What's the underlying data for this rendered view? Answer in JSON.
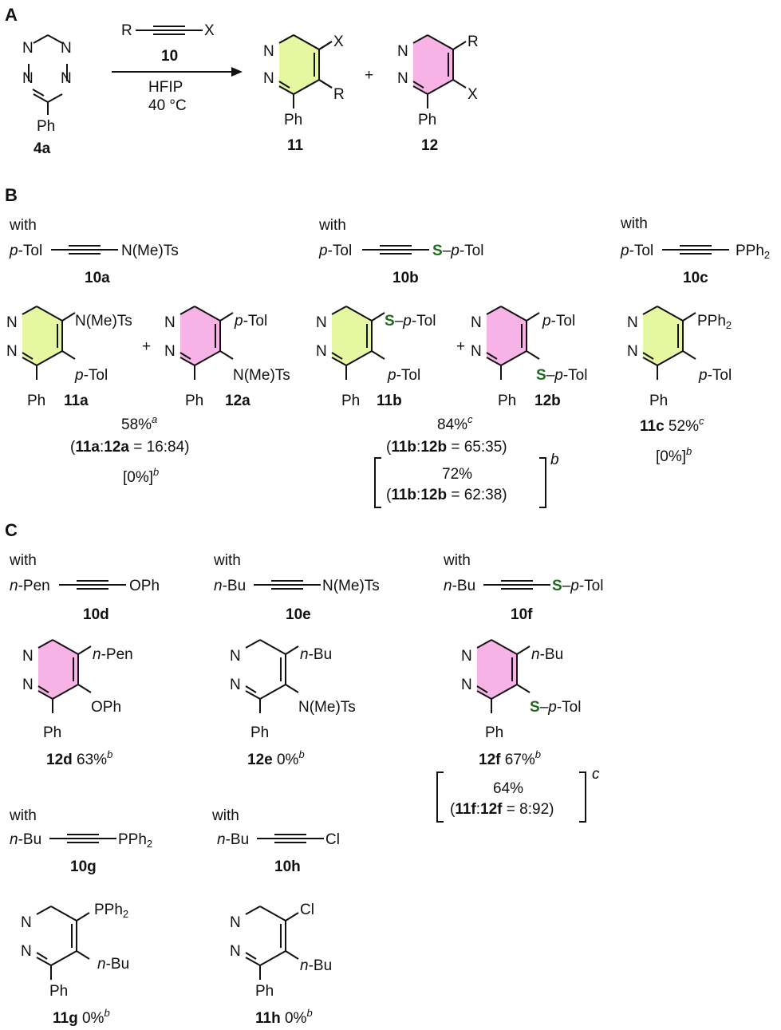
{
  "panels": {
    "A": "A",
    "B": "B",
    "C": "C"
  },
  "common": {
    "with": "with",
    "plus": "+",
    "R": "R",
    "X": "X",
    "Ph": "Ph",
    "N": "N",
    "dash": "–",
    "p": "p",
    "n": "n",
    "sub2": "2",
    "bracket_note": "b",
    "bracket_note_c": "c"
  },
  "panelA": {
    "reactant": "4a",
    "alkyne": "10",
    "conditions": [
      "HFIP",
      "40 °C"
    ],
    "product1": "11",
    "product2": "12"
  },
  "panelB": {
    "reagents": [
      {
        "label": "10a",
        "left": "-Tol",
        "right": "N(Me)Ts"
      },
      {
        "label": "10b",
        "left": "-Tol",
        "right_s": "S",
        "right": "-Tol"
      },
      {
        "label": "10c",
        "left": "-Tol",
        "right": "PPh"
      }
    ],
    "products": {
      "11a": {
        "top": "N(Me)Ts",
        "mid": "-Tol"
      },
      "12a": {
        "top": "-Tol",
        "mid": "N(Me)Ts"
      },
      "11b": {
        "top": "-Tol",
        "mid": "-Tol"
      },
      "12b": {
        "top": "-Tol",
        "mid": "-Tol"
      },
      "11c": {
        "top": "PPh",
        "mid": "-Tol"
      }
    },
    "results": {
      "a_yield": "58%",
      "a_sup": "a",
      "a_ratio_lbl1": "11a",
      "a_ratio_lbl2": "12a",
      "a_ratio_val": " = 16:84)",
      "a_bracket": "[0%]",
      "a_bracket_sup": "b",
      "b_yield": "84%",
      "b_sup": "c",
      "b_ratio_lbl1": "11b",
      "b_ratio_lbl2": "12b",
      "b_ratio_val": " = 65:35)",
      "b2_yield": "72%",
      "b2_ratio_val": " = 62:38)",
      "c_label": "11c",
      "c_yield": " 52%",
      "c_sup": "c",
      "c_bracket": "[0%]",
      "c_bracket_sup": "b"
    }
  },
  "panelC": {
    "reagents": [
      {
        "label": "10d",
        "left": "-Pen",
        "right": "OPh"
      },
      {
        "label": "10e",
        "left": "-Bu",
        "right": "N(Me)Ts"
      },
      {
        "label": "10f",
        "left": "-Bu",
        "right_s": "S",
        "right": "-Tol"
      },
      {
        "label": "10g",
        "left": "-Bu",
        "right": "PPh"
      },
      {
        "label": "10h",
        "left": "-Bu",
        "right": "Cl"
      }
    ],
    "products": {
      "12d": {
        "top": "-Pen",
        "mid": "OPh",
        "label": "12d",
        "yield": " 63%",
        "sup": "b"
      },
      "12e": {
        "top": "-Bu",
        "mid": "N(Me)Ts",
        "label": "12e",
        "yield": " 0%",
        "sup": "b"
      },
      "12f": {
        "top": "-Bu",
        "mid": "-Tol",
        "label": "12f",
        "yield": " 67%",
        "sup": "b",
        "bracket_yield": "64%",
        "ratio_lbl1": "11f",
        "ratio_lbl2": "12f",
        "ratio_val": " = 8:92)"
      },
      "11g": {
        "top": "PPh",
        "mid": "-Bu",
        "label": "11g",
        "yield": " 0%",
        "sup": "b"
      },
      "11h": {
        "top": "Cl",
        "mid": "-Bu",
        "label": "11h",
        "yield": " 0%",
        "sup": "b"
      }
    }
  },
  "colors": {
    "fill_11": "#e6f7a2",
    "fill_12": "#f7b3e6",
    "sulfur": "#1e6b1e"
  }
}
